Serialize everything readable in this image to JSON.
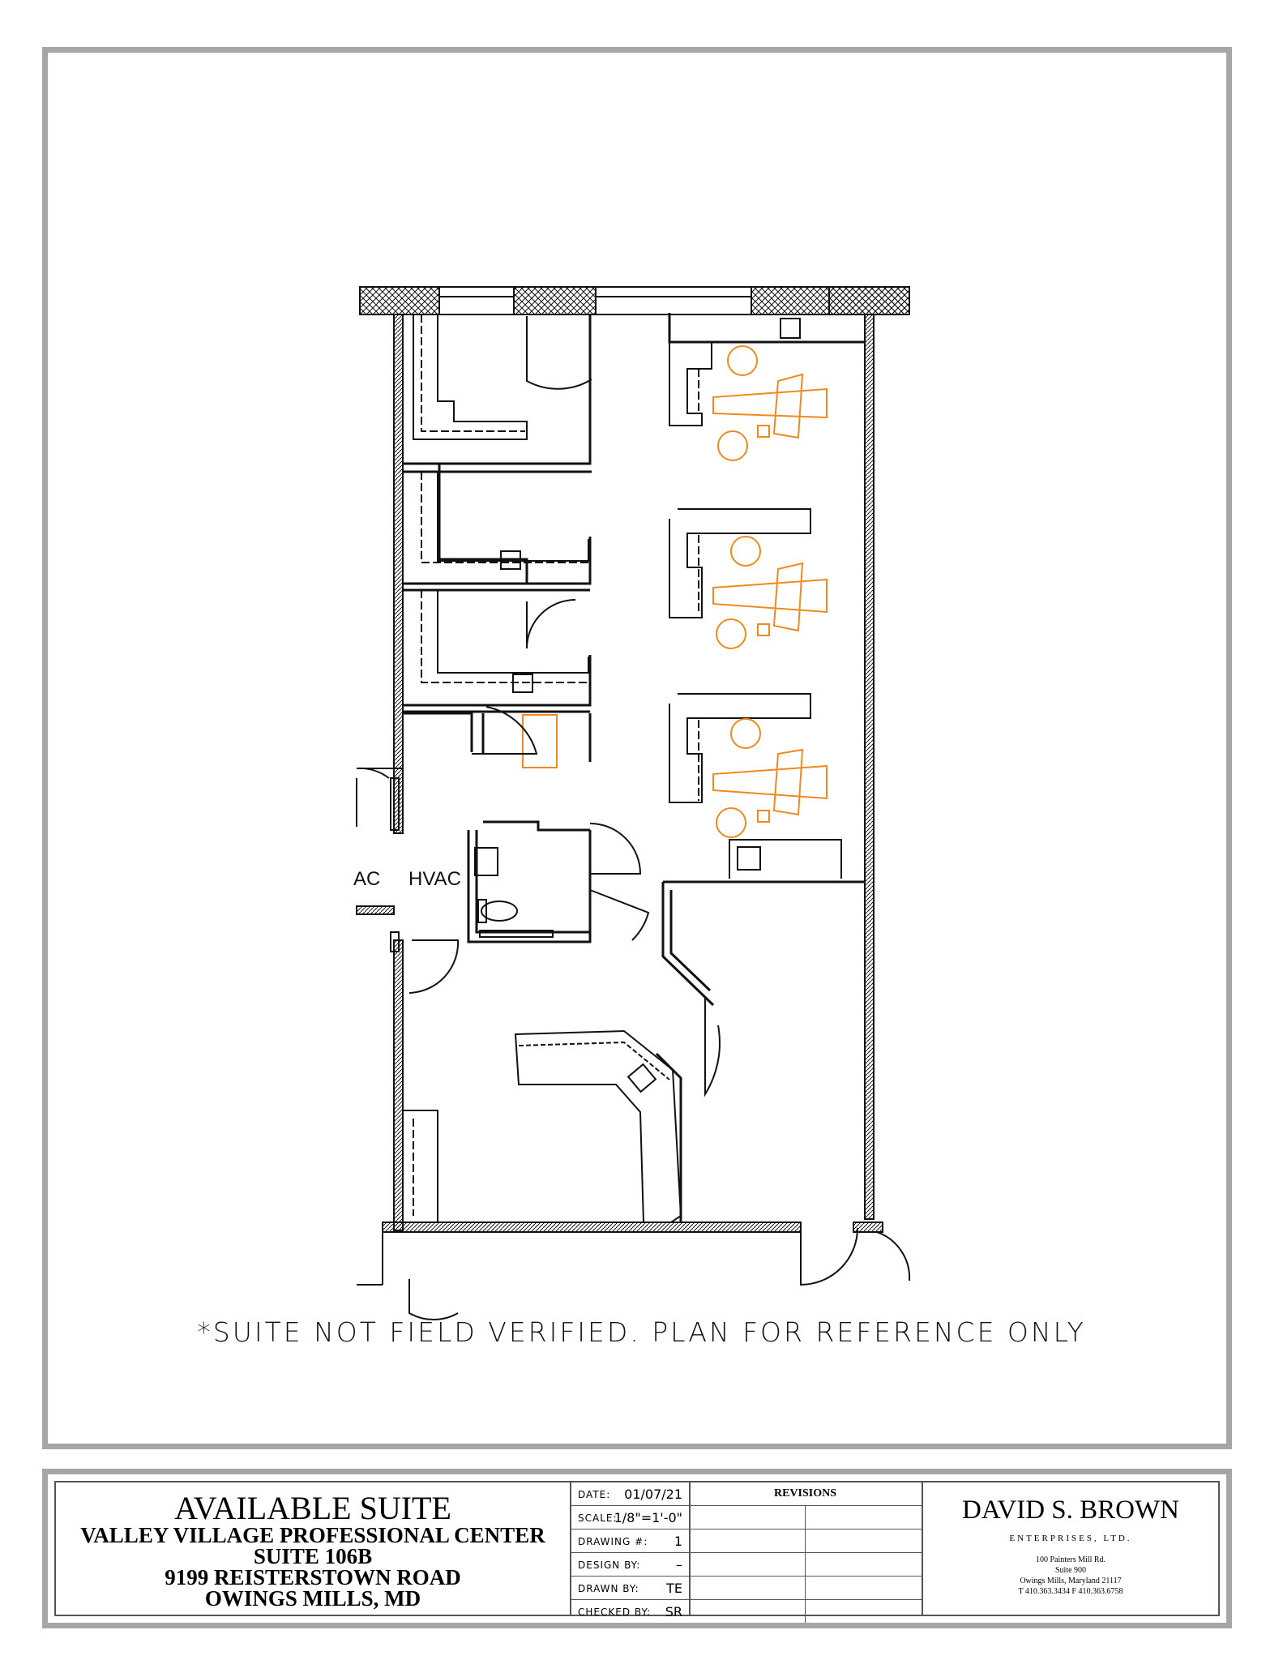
{
  "note": "*SUITE NOT FIELD VERIFIED. PLAN FOR REFERENCE ONLY",
  "labels": {
    "hvac_left": "AC",
    "hvac_right": "HVAC"
  },
  "title_block": {
    "title": "AVAILABLE SUITE",
    "lines": [
      "VALLEY VILLAGE PROFESSIONAL CENTER",
      "SUITE 106B",
      "9199 REISTERSTOWN ROAD",
      "OWINGS MILLS, MD"
    ],
    "fields": [
      {
        "key": "DATE:",
        "value": "01/07/21"
      },
      {
        "key": "SCALE:",
        "value": "1/8\"=1'-0\""
      },
      {
        "key": "DRAWING #:",
        "value": "1"
      },
      {
        "key": "DESIGN BY:",
        "value": "–"
      },
      {
        "key": "DRAWN BY:",
        "value": "TE"
      },
      {
        "key": "CHECKED BY:",
        "value": "SR"
      }
    ],
    "revisions_label": "REVISIONS",
    "firm": {
      "name": "DAVID S. BROWN",
      "sub": "ENTERPRISES, LTD.",
      "address": [
        "100 Painters Mill Rd.",
        "Suite 900",
        "Owings Mills, Maryland 21117",
        "T 410.363.3434   F 410.363.6758"
      ]
    }
  },
  "colors": {
    "line": "#111111",
    "equipment": "#f08a1f",
    "frame": "#a6a6a6"
  }
}
